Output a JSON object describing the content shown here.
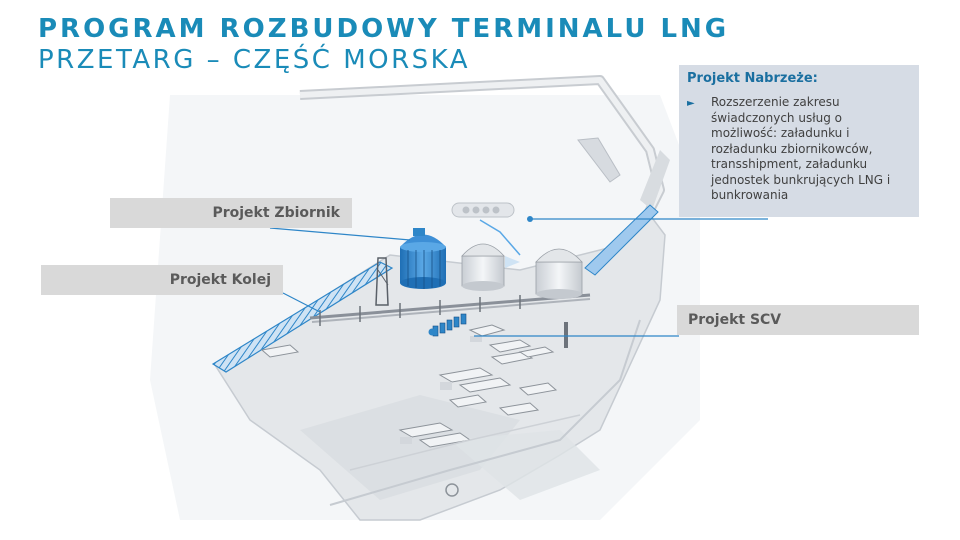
{
  "header": {
    "title": "PROGRAM ROZBUDOWY TERMINALU LNG",
    "subtitle": "PRZETARG – CZĘŚĆ MORSKA"
  },
  "labels": {
    "zbiornik": "Projekt Zbiornik",
    "kolej": "Projekt Kolej",
    "scv": "Projekt SCV"
  },
  "info": {
    "title": "Projekt Nabrzeże:",
    "bullet": "►",
    "text": "Rozszerzenie zakresu świadczonych usług o możliwość: załadunku i rozładunku zbiornikowców, transshipment, załadunku jednostek bunkrujących LNG i bunkrowania"
  },
  "colors": {
    "title": "#1a8bb8",
    "highlight": "#2e86c8",
    "label_bg": "#d9d9d9",
    "info_bg": "#d6dce5"
  }
}
